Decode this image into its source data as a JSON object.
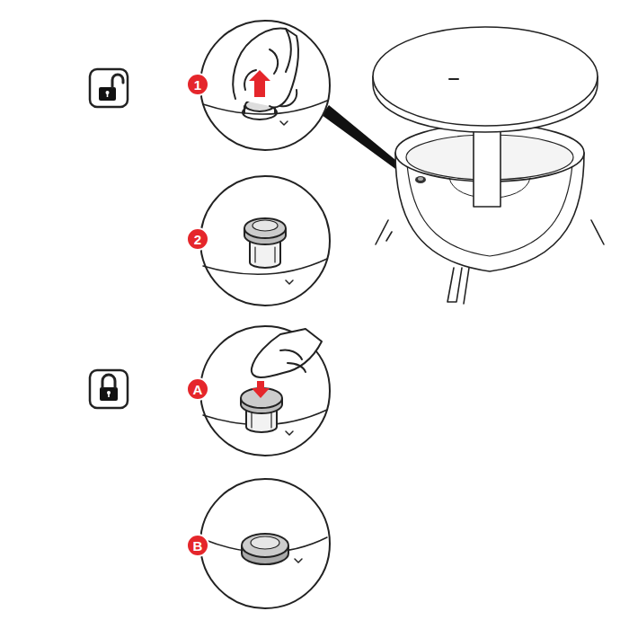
{
  "diagram": {
    "nodes": [
      {
        "text": [
          "1"
        ]
      },
      {
        "text": [
          "2"
        ]
      },
      {
        "text": [
          "A"
        ]
      },
      {
        "text": [
          "B"
        ]
      }
    ]
  }
}
